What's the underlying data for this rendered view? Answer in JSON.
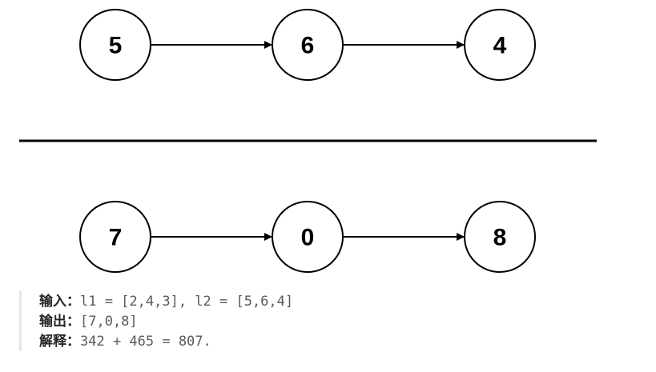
{
  "diagram": {
    "top_list": [
      "5",
      "6",
      "4"
    ],
    "bottom_list": [
      "7",
      "0",
      "8"
    ]
  },
  "example": {
    "input_label": "输入：",
    "input_value": "l1 = [2,4,3], l2 = [5,6,4]",
    "output_label": "输出：",
    "output_value": "[7,0,8]",
    "explain_label": "解释：",
    "explain_value": "342 + 465 = 807."
  }
}
